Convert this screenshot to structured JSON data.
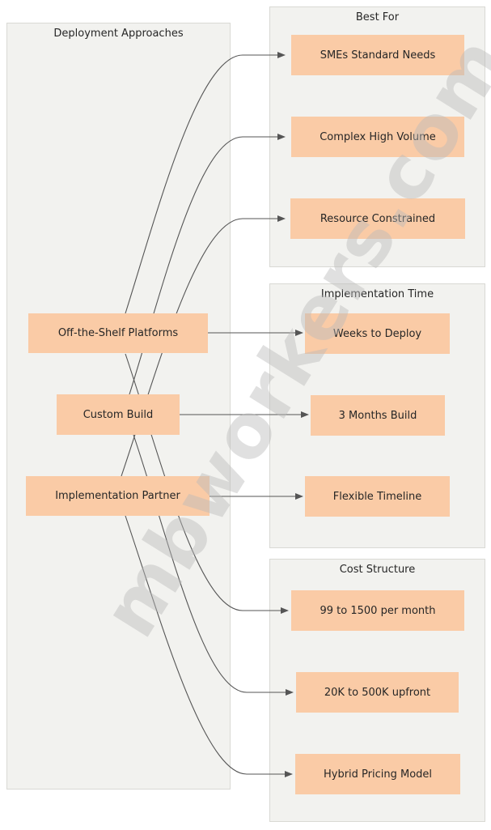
{
  "watermark": {
    "text": "mbworkers.com"
  },
  "colors": {
    "node_fill": "#facba6",
    "panel_fill": "#f2f2ef",
    "panel_border": "#d9d9d4",
    "edge": "#555555",
    "text": "#262626",
    "watermark": "#bababa"
  },
  "groups": [
    {
      "title": "Deployment Approaches",
      "items": [
        "Off-the-Shelf Platforms",
        "Custom Build",
        "Implementation Partner"
      ]
    },
    {
      "title": "Best For",
      "items": [
        "SMEs Standard Needs",
        "Complex High Volume",
        "Resource Constrained"
      ]
    },
    {
      "title": "Implementation Time",
      "items": [
        "Weeks to Deploy",
        "3 Months Build",
        "Flexible Timeline"
      ]
    },
    {
      "title": "Cost Structure",
      "items": [
        "99 to 1500 per month",
        "20K to 500K upfront",
        "Hybrid Pricing Model"
      ]
    }
  ],
  "edges": [
    {
      "from": "Off-the-Shelf Platforms",
      "to": "SMEs Standard Needs"
    },
    {
      "from": "Off-the-Shelf Platforms",
      "to": "Weeks to Deploy"
    },
    {
      "from": "Off-the-Shelf Platforms",
      "to": "99 to 1500 per month"
    },
    {
      "from": "Custom Build",
      "to": "Complex High Volume"
    },
    {
      "from": "Custom Build",
      "to": "3 Months Build"
    },
    {
      "from": "Custom Build",
      "to": "20K to 500K upfront"
    },
    {
      "from": "Implementation Partner",
      "to": "Resource Constrained"
    },
    {
      "from": "Implementation Partner",
      "to": "Flexible Timeline"
    },
    {
      "from": "Implementation Partner",
      "to": "Hybrid Pricing Model"
    }
  ]
}
